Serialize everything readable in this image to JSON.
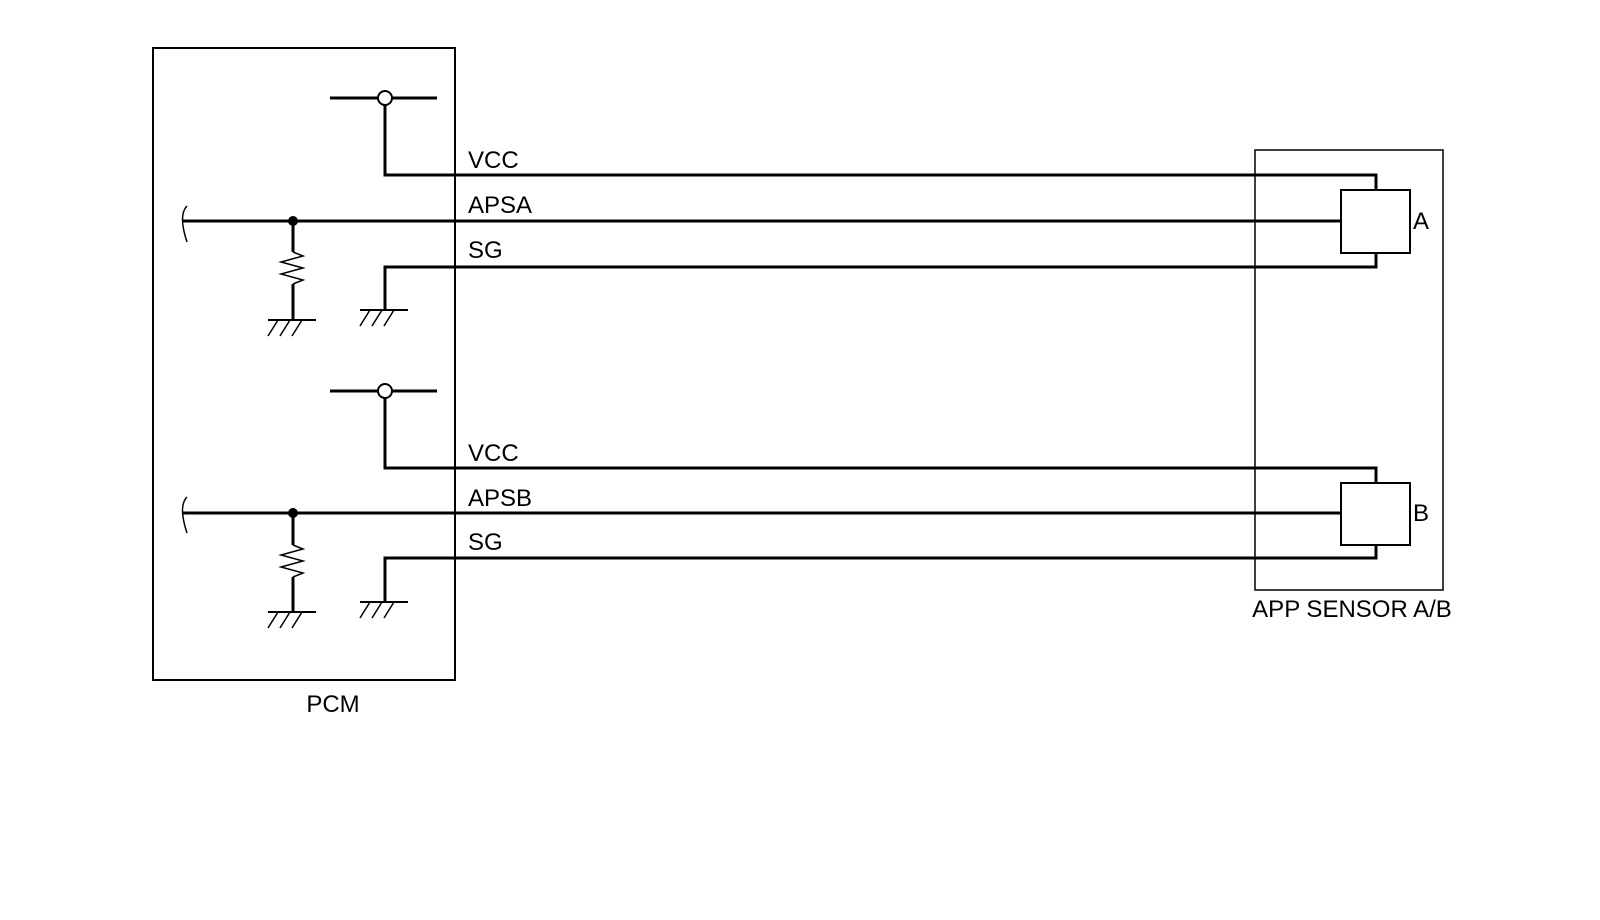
{
  "pcm": {
    "label": "PCM"
  },
  "sensor": {
    "label": "APP SENSOR A/B"
  },
  "channels": [
    {
      "vcc": "VCC",
      "signal": "APSA",
      "ground": "SG",
      "sensor_element": "A"
    },
    {
      "vcc": "VCC",
      "signal": "APSB",
      "ground": "SG",
      "sensor_element": "B"
    }
  ]
}
